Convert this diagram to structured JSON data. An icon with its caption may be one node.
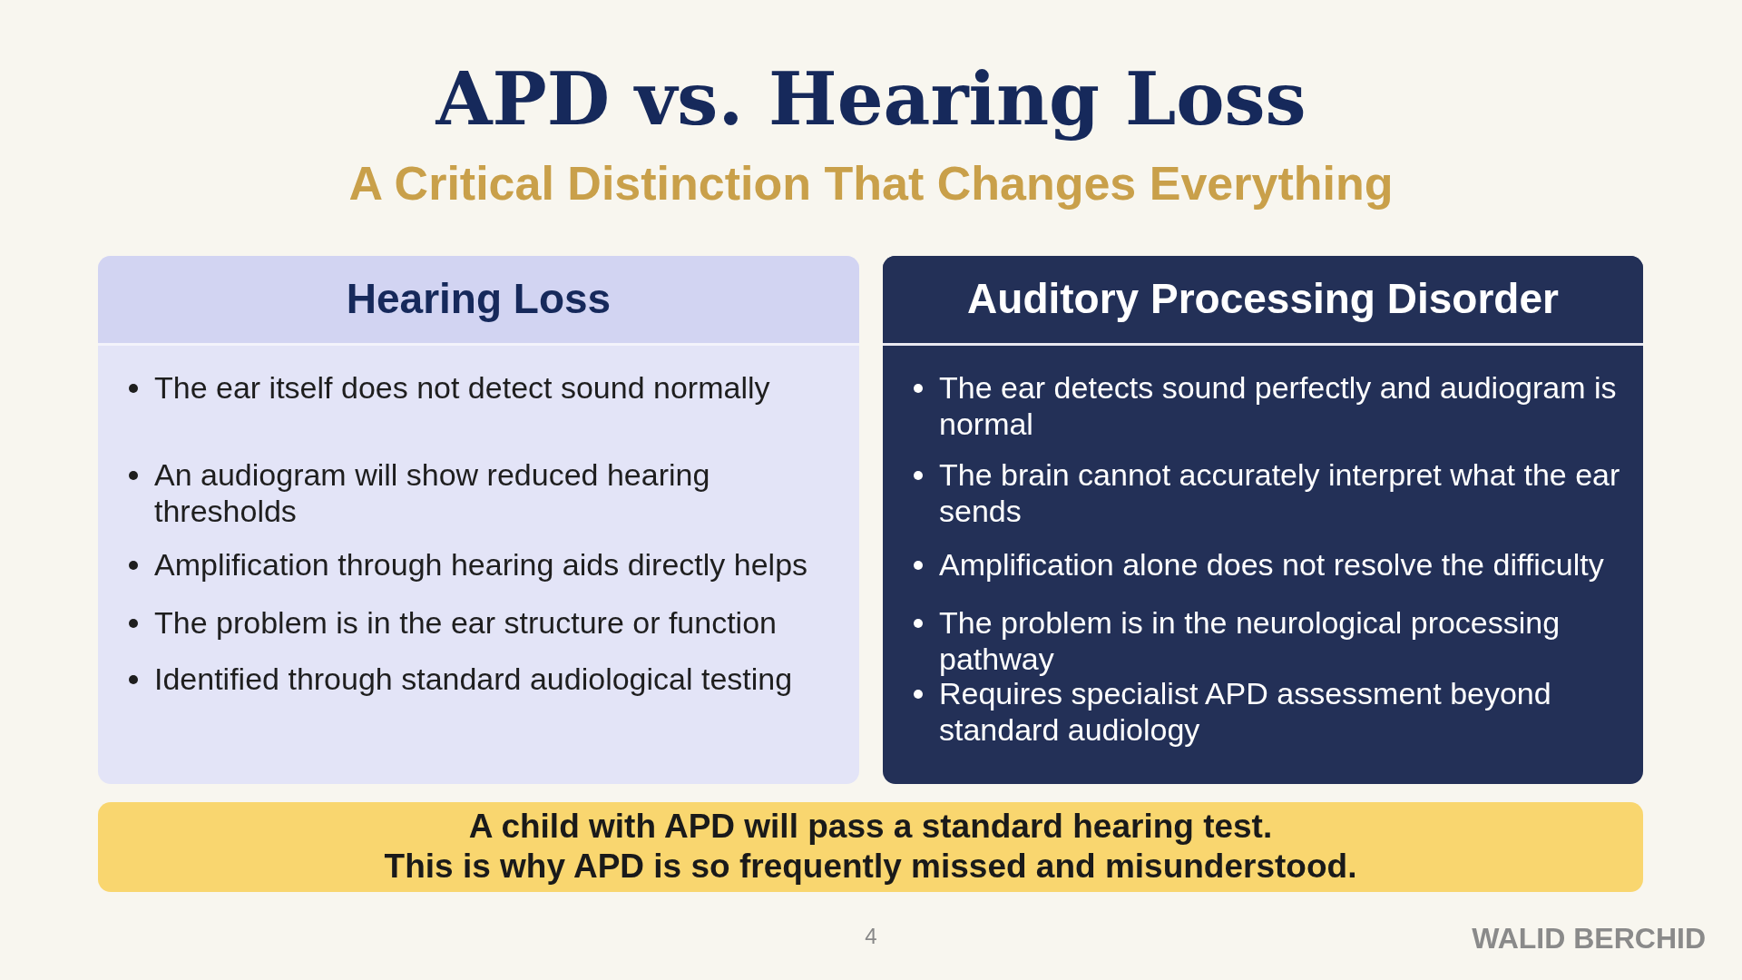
{
  "diagram": {
    "title": "APD vs. Hearing Loss",
    "caption": "A Critical Distinction That Changes Everything",
    "nodes": [
      {
        "text": [
          "Hearing Loss",
          "The ear itself does not detect sound normally",
          "An audiogram will show reduced hearing thresholds",
          "Amplification through hearing aids directly helps",
          "The problem is in the ear structure or function",
          "Identified through standard audiological testing"
        ]
      },
      {
        "text": [
          "Auditory Processing Disorder",
          "The ear detects sound perfectly and audiogram is normal",
          "The brain cannot accurately interpret what the ear sends",
          "Amplification alone does not resolve the difficulty",
          "The problem is in the neurological processing pathway",
          "Requires specialist APD assessment beyond standard audiology"
        ]
      },
      {
        "text": [
          "A child with APD will pass a standard hearing test.",
          "This is why APD is so frequently missed and misunderstood."
        ]
      }
    ],
    "labels": [
      "4",
      "WALID BERCHID"
    ]
  }
}
